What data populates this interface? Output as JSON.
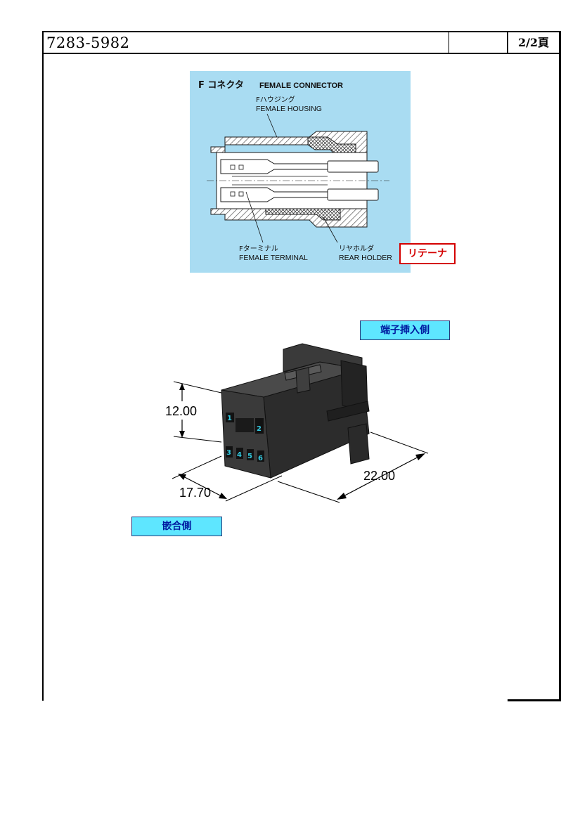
{
  "header": {
    "part_number": "7283-5982",
    "blank_cell": "",
    "page_label": "2/2頁"
  },
  "cross_section": {
    "title_jp": "F コネクタ",
    "title_en": "FEMALE CONNECTOR",
    "housing_jp": "Fハウジング",
    "housing_en": "FEMALE HOUSING",
    "terminal_jp": "Fターミナル",
    "terminal_en": "FEMALE TERMINAL",
    "holder_jp": "リヤホルダ",
    "holder_en": "REAR HOLDER",
    "retainer_label": "リテーナ",
    "colors": {
      "panel": "#a9dcf2",
      "hatch": "#555555",
      "outline": "#1a1a1a"
    }
  },
  "connector_view": {
    "insertion_side_label": "端子挿入側",
    "mating_side_label": "嵌合側",
    "dim_height": "12.00",
    "dim_width": "17.70",
    "dim_depth": "22.00",
    "cavity_numbers": [
      "1",
      "2",
      "3",
      "4",
      "5",
      "6"
    ],
    "colors": {
      "body": "#3a3a3a",
      "body_dark": "#1f1f1f",
      "body_light": "#555555",
      "cavity_label": "#33c9e0",
      "tag_bg": "#5ee6ff",
      "tag_text": "#001aa0"
    }
  }
}
